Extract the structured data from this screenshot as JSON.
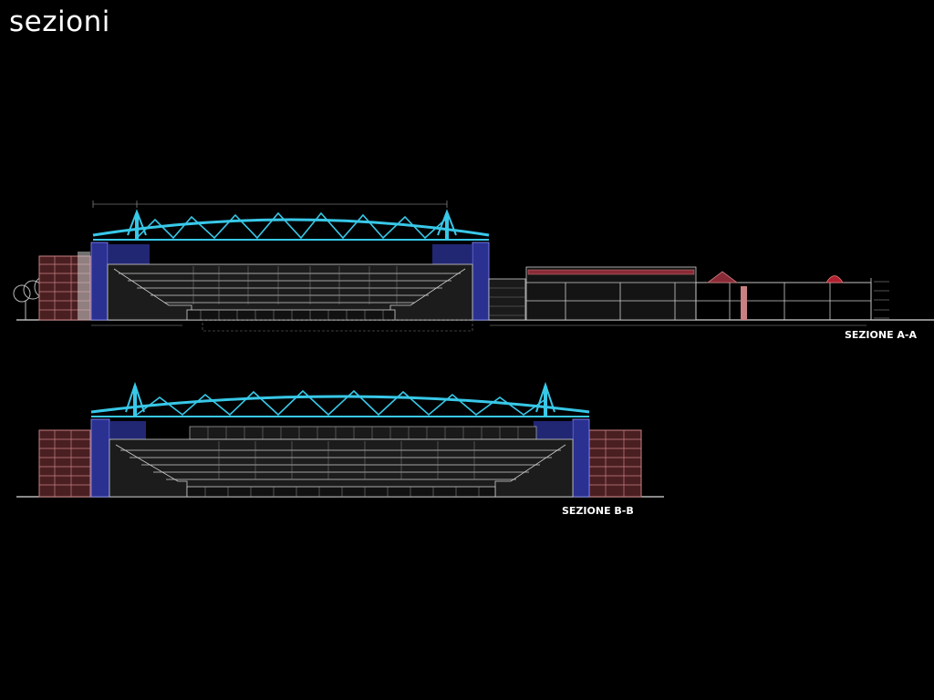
{
  "slide": {
    "title": "sezioni"
  },
  "sections": [
    {
      "label": "SEZIONE A-A"
    },
    {
      "label": "SEZIONE B-B"
    }
  ],
  "colors": {
    "background": "#000000",
    "roof_truss": "#38c8e8",
    "structure_lines": "#d8d8d8",
    "tower_blue": "#2a3190",
    "building_red": "#c98080"
  }
}
